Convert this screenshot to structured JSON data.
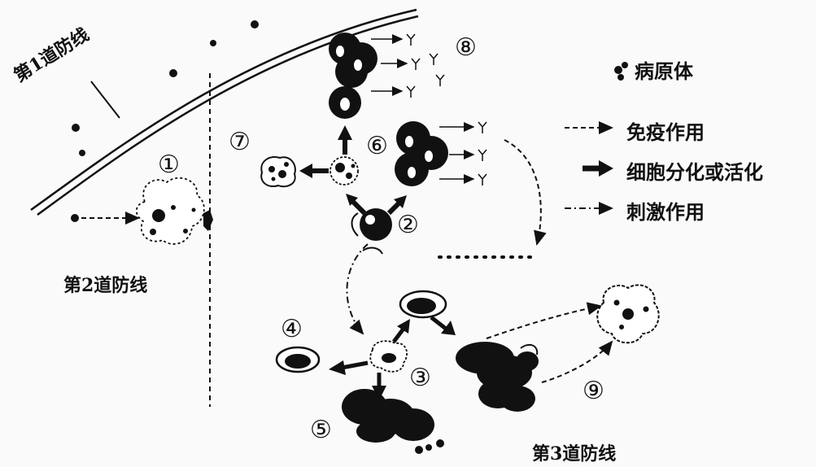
{
  "lines": {
    "first": "第1道防线",
    "second": "第2道防线",
    "third": "第3道防线"
  },
  "numbers": [
    "①",
    "②",
    "③",
    "④",
    "⑤",
    "⑥",
    "⑦",
    "⑧",
    "⑨"
  ],
  "legend": {
    "pathogen": "病原体",
    "immune": "免疫作用",
    "differentiate": "细胞分化或活化",
    "stimulate": "刺激作用"
  }
}
